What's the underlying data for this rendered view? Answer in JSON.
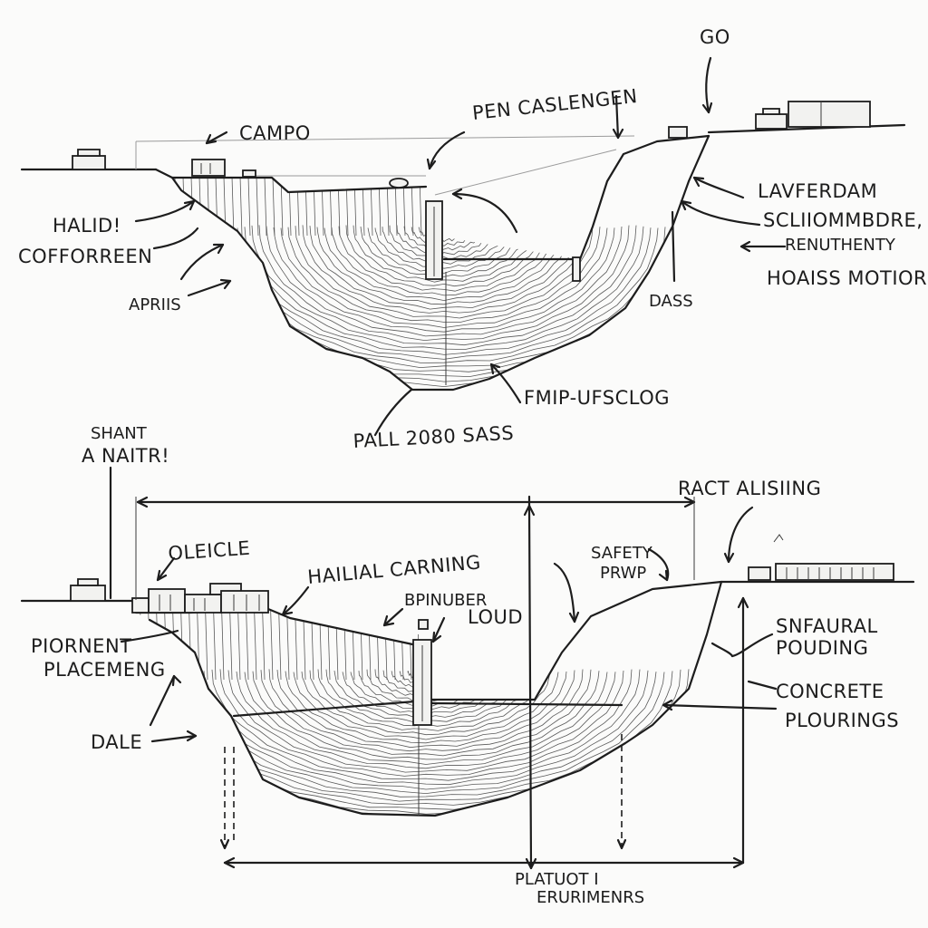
{
  "sections": [
    {
      "name": "upper-section",
      "labels": {
        "campo": "CAMPO",
        "pen_caslengen": "PEN CASLENGEN",
        "go": "GO",
        "halid": "HALID!",
        "cofforreen": "COFFORREEN",
        "aprils": "APRIIS",
        "laverdam": "LAVFERDAM",
        "scliiommbdre": "SCLIIOMMBDRE,",
        "renuthenty": "RENUTHENTY",
        "hoaiss_motior": "HOAISS MOTIOR",
        "dass": "DASS",
        "fmip": "FMIP-UFSCLOG",
        "pall": "PALL 2080 SASS"
      }
    },
    {
      "name": "lower-section",
      "labels": {
        "shant": "SHANT",
        "a_naitr": "A NAITR!",
        "ract_alising": "RACT ALISIING",
        "oleicle": "OLEICLE",
        "hailial_carning": "HAILIAL CARNING",
        "safety_prwp_1": "SAFETY",
        "safety_prwp_2": "PRWP",
        "bpinuber": "BPINUBER",
        "loud": "LOUD",
        "piornent": "PIORNENT",
        "placemeng": "PLACEMENG",
        "snfaural": "SNFAURAL",
        "pouding": "POUDING",
        "concrete": "CONCRETE",
        "plourings": "PLOURINGS",
        "dale": "DALE",
        "platuot": "PLATUOT I",
        "erurimenrs": "ERURIMENRS"
      }
    }
  ],
  "icons": [
    "arrow-icon",
    "building-icon",
    "dimension-arrow-icon"
  ]
}
